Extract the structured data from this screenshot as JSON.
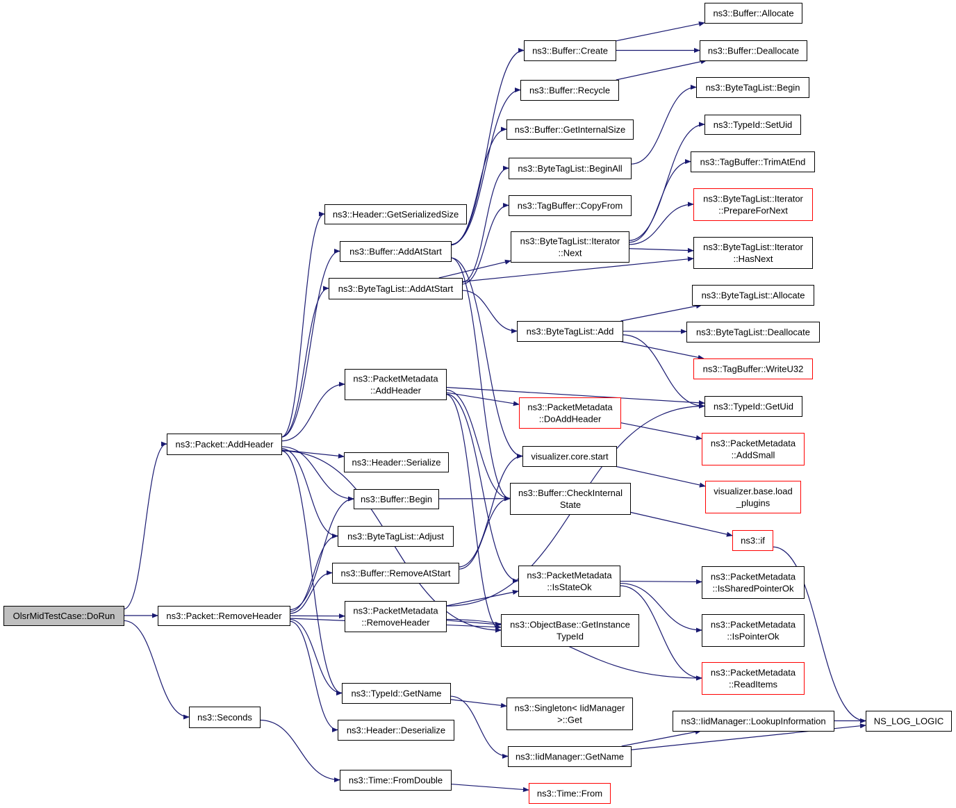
{
  "diagram": {
    "edge_color": "#191970",
    "root_fill": "#bfbfbf",
    "broken_link_border": "#ff0000",
    "nodes": [
      {
        "id": "dorun",
        "lines": [
          "OlsrMidTestCase::DoRun"
        ],
        "style": "root"
      },
      {
        "id": "pkt_addheader",
        "lines": [
          "ns3::Packet::AddHeader"
        ]
      },
      {
        "id": "pkt_removeheader",
        "lines": [
          "ns3::Packet::RemoveHeader"
        ]
      },
      {
        "id": "seconds",
        "lines": [
          "ns3::Seconds"
        ]
      },
      {
        "id": "hdr_getsersize",
        "lines": [
          "ns3::Header::GetSerializedSize"
        ]
      },
      {
        "id": "buf_addatstart",
        "lines": [
          "ns3::Buffer::AddAtStart"
        ]
      },
      {
        "id": "btl_addatstart",
        "lines": [
          "ns3::ByteTagList::AddAtStart"
        ]
      },
      {
        "id": "pm_addheader",
        "lines": [
          "ns3::PacketMetadata",
          "::AddHeader"
        ]
      },
      {
        "id": "hdr_serialize",
        "lines": [
          "ns3::Header::Serialize"
        ]
      },
      {
        "id": "buf_begin",
        "lines": [
          "ns3::Buffer::Begin"
        ]
      },
      {
        "id": "btl_adjust",
        "lines": [
          "ns3::ByteTagList::Adjust"
        ]
      },
      {
        "id": "buf_removeatstart",
        "lines": [
          "ns3::Buffer::RemoveAtStart"
        ]
      },
      {
        "id": "pm_removeheader",
        "lines": [
          "ns3::PacketMetadata",
          "::RemoveHeader"
        ]
      },
      {
        "id": "typeid_getname",
        "lines": [
          "ns3::TypeId::GetName"
        ]
      },
      {
        "id": "hdr_deserialize",
        "lines": [
          "ns3::Header::Deserialize"
        ]
      },
      {
        "id": "time_fromdouble",
        "lines": [
          "ns3::Time::FromDouble"
        ]
      },
      {
        "id": "buf_create",
        "lines": [
          "ns3::Buffer::Create"
        ]
      },
      {
        "id": "buf_recycle",
        "lines": [
          "ns3::Buffer::Recycle"
        ]
      },
      {
        "id": "buf_getinternalsize",
        "lines": [
          "ns3::Buffer::GetInternalSize"
        ]
      },
      {
        "id": "btl_beginall",
        "lines": [
          "ns3::ByteTagList::BeginAll"
        ]
      },
      {
        "id": "tb_copyfrom",
        "lines": [
          "ns3::TagBuffer::CopyFrom"
        ]
      },
      {
        "id": "btl_it_next",
        "lines": [
          "ns3::ByteTagList::Iterator",
          "::Next"
        ]
      },
      {
        "id": "btl_add",
        "lines": [
          "ns3::ByteTagList::Add"
        ]
      },
      {
        "id": "pm_doaddheader",
        "lines": [
          "ns3::PacketMetadata",
          "::DoAddHeader"
        ],
        "style": "red"
      },
      {
        "id": "viz_core_start",
        "lines": [
          "visualizer.core.start"
        ]
      },
      {
        "id": "buf_checkinternal",
        "lines": [
          "ns3::Buffer::CheckInternal",
          "State"
        ]
      },
      {
        "id": "pm_isstateok",
        "lines": [
          "ns3::PacketMetadata",
          "::IsStateOk"
        ]
      },
      {
        "id": "ob_getinstancetypeid",
        "lines": [
          "ns3::ObjectBase::GetInstance",
          "TypeId"
        ]
      },
      {
        "id": "singleton_get",
        "lines": [
          "ns3::Singleton< IidManager",
          ">::Get"
        ]
      },
      {
        "id": "iid_getname",
        "lines": [
          "ns3::IidManager::GetName"
        ]
      },
      {
        "id": "time_from",
        "lines": [
          "ns3::Time::From"
        ],
        "style": "red"
      },
      {
        "id": "buf_allocate",
        "lines": [
          "ns3::Buffer::Allocate"
        ]
      },
      {
        "id": "buf_deallocate",
        "lines": [
          "ns3::Buffer::Deallocate"
        ]
      },
      {
        "id": "btl_begin",
        "lines": [
          "ns3::ByteTagList::Begin"
        ]
      },
      {
        "id": "typeid_setuid",
        "lines": [
          "ns3::TypeId::SetUid"
        ]
      },
      {
        "id": "tb_trimatend",
        "lines": [
          "ns3::TagBuffer::TrimAtEnd"
        ]
      },
      {
        "id": "btl_it_prepare",
        "lines": [
          "ns3::ByteTagList::Iterator",
          "::PrepareForNext"
        ],
        "style": "red"
      },
      {
        "id": "btl_it_hasnext",
        "lines": [
          "ns3::ByteTagList::Iterator",
          "::HasNext"
        ]
      },
      {
        "id": "btl_allocate",
        "lines": [
          "ns3::ByteTagList::Allocate"
        ]
      },
      {
        "id": "btl_deallocate",
        "lines": [
          "ns3::ByteTagList::Deallocate"
        ]
      },
      {
        "id": "tb_writeu32",
        "lines": [
          "ns3::TagBuffer::WriteU32"
        ],
        "style": "red"
      },
      {
        "id": "typeid_getuid",
        "lines": [
          "ns3::TypeId::GetUid"
        ]
      },
      {
        "id": "pm_addsmall",
        "lines": [
          "ns3::PacketMetadata",
          "::AddSmall"
        ],
        "style": "red"
      },
      {
        "id": "viz_base_load",
        "lines": [
          "visualizer.base.load",
          "_plugins"
        ],
        "style": "red"
      },
      {
        "id": "ns3_if",
        "lines": [
          "ns3::if"
        ],
        "style": "red"
      },
      {
        "id": "pm_issharedptrok",
        "lines": [
          "ns3::PacketMetadata",
          "::IsSharedPointerOk"
        ]
      },
      {
        "id": "pm_ispointerok",
        "lines": [
          "ns3::PacketMetadata",
          "::IsPointerOk"
        ]
      },
      {
        "id": "pm_readitems",
        "lines": [
          "ns3::PacketMetadata",
          "::ReadItems"
        ],
        "style": "red"
      },
      {
        "id": "iid_lookupinfo",
        "lines": [
          "ns3::IidManager::LookupInformation"
        ]
      },
      {
        "id": "ns_log_logic",
        "lines": [
          "NS_LOG_LOGIC"
        ]
      }
    ],
    "edges": [
      [
        "dorun",
        "pkt_addheader"
      ],
      [
        "dorun",
        "pkt_removeheader"
      ],
      [
        "dorun",
        "seconds"
      ],
      [
        "pkt_addheader",
        "hdr_getsersize"
      ],
      [
        "pkt_addheader",
        "buf_addatstart"
      ],
      [
        "pkt_addheader",
        "btl_addatstart"
      ],
      [
        "pkt_addheader",
        "pm_addheader"
      ],
      [
        "pkt_addheader",
        "hdr_serialize"
      ],
      [
        "pkt_addheader",
        "buf_begin"
      ],
      [
        "pkt_addheader",
        "btl_adjust"
      ],
      [
        "pkt_addheader",
        "typeid_getname"
      ],
      [
        "pkt_addheader",
        "ob_getinstancetypeid"
      ],
      [
        "pkt_removeheader",
        "buf_begin"
      ],
      [
        "pkt_removeheader",
        "btl_adjust"
      ],
      [
        "pkt_removeheader",
        "buf_removeatstart"
      ],
      [
        "pkt_removeheader",
        "pm_removeheader"
      ],
      [
        "pkt_removeheader",
        "typeid_getname"
      ],
      [
        "pkt_removeheader",
        "hdr_deserialize"
      ],
      [
        "pkt_removeheader",
        "ob_getinstancetypeid"
      ],
      [
        "seconds",
        "time_fromdouble"
      ],
      [
        "time_fromdouble",
        "time_from"
      ],
      [
        "buf_addatstart",
        "buf_create"
      ],
      [
        "buf_addatstart",
        "buf_recycle"
      ],
      [
        "buf_addatstart",
        "buf_getinternalsize"
      ],
      [
        "buf_addatstart",
        "viz_core_start"
      ],
      [
        "buf_addatstart",
        "buf_checkinternal"
      ],
      [
        "btl_addatstart",
        "btl_beginall"
      ],
      [
        "btl_addatstart",
        "tb_copyfrom"
      ],
      [
        "btl_addatstart",
        "btl_it_next"
      ],
      [
        "btl_addatstart",
        "btl_it_hasnext"
      ],
      [
        "btl_addatstart",
        "btl_add"
      ],
      [
        "pm_addheader",
        "typeid_getuid"
      ],
      [
        "pm_addheader",
        "pm_doaddheader"
      ],
      [
        "pm_addheader",
        "buf_checkinternal"
      ],
      [
        "pm_addheader",
        "pm_isstateok"
      ],
      [
        "pm_addheader",
        "ob_getinstancetypeid"
      ],
      [
        "buf_begin",
        "buf_checkinternal"
      ],
      [
        "buf_removeatstart",
        "viz_core_start"
      ],
      [
        "buf_removeatstart",
        "buf_checkinternal"
      ],
      [
        "pm_removeheader",
        "typeid_getuid"
      ],
      [
        "pm_removeheader",
        "pm_isstateok"
      ],
      [
        "pm_removeheader",
        "ob_getinstancetypeid"
      ],
      [
        "pm_removeheader",
        "pm_readitems"
      ],
      [
        "typeid_getname",
        "singleton_get"
      ],
      [
        "typeid_getname",
        "iid_getname"
      ],
      [
        "buf_create",
        "buf_allocate"
      ],
      [
        "buf_create",
        "buf_deallocate"
      ],
      [
        "buf_recycle",
        "buf_deallocate"
      ],
      [
        "btl_beginall",
        "btl_begin"
      ],
      [
        "btl_it_next",
        "typeid_setuid"
      ],
      [
        "btl_it_next",
        "tb_trimatend"
      ],
      [
        "btl_it_next",
        "btl_it_prepare"
      ],
      [
        "btl_it_next",
        "btl_it_hasnext"
      ],
      [
        "btl_add",
        "btl_allocate"
      ],
      [
        "btl_add",
        "btl_deallocate"
      ],
      [
        "btl_add",
        "tb_writeu32"
      ],
      [
        "btl_add",
        "typeid_getuid"
      ],
      [
        "pm_doaddheader",
        "pm_addsmall"
      ],
      [
        "viz_core_start",
        "viz_base_load"
      ],
      [
        "buf_checkinternal",
        "ns3_if"
      ],
      [
        "pm_isstateok",
        "pm_issharedptrok"
      ],
      [
        "pm_isstateok",
        "pm_ispointerok"
      ],
      [
        "pm_isstateok",
        "pm_readitems"
      ],
      [
        "iid_getname",
        "iid_lookupinfo"
      ],
      [
        "iid_getname",
        "ns_log_logic"
      ],
      [
        "iid_lookupinfo",
        "ns_log_logic"
      ],
      [
        "ns3_if",
        "ns_log_logic"
      ]
    ]
  }
}
